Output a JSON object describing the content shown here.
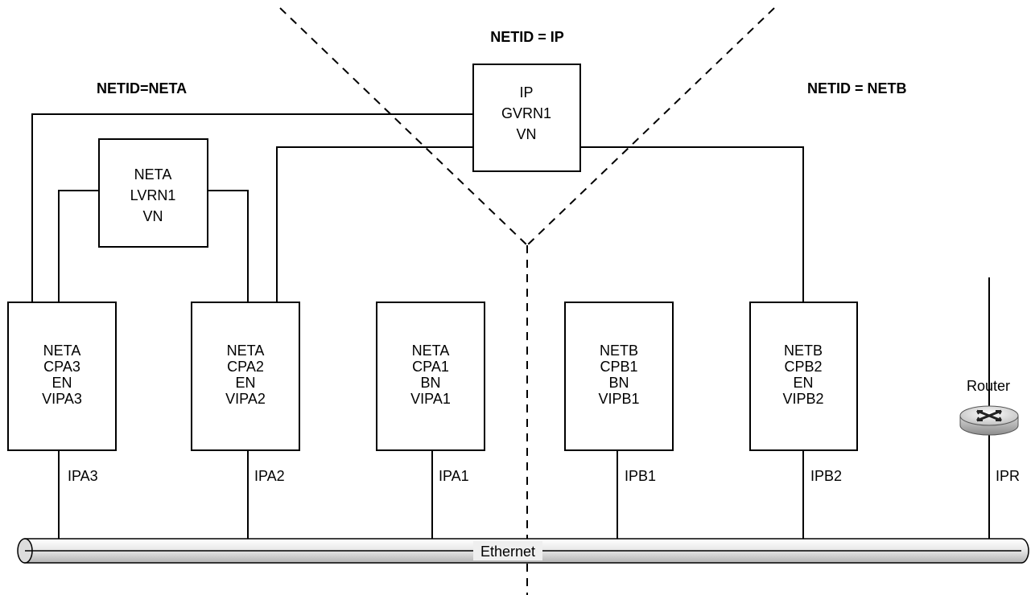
{
  "zones": {
    "neta_label": "NETID=NETA",
    "ip_label": "NETID = IP",
    "netb_label": "NETID = NETB"
  },
  "vn_nodes": [
    {
      "lines": [
        "IP",
        "GVRN1",
        "VN"
      ]
    },
    {
      "lines": [
        "NETA",
        "LVRN1",
        "VN"
      ]
    }
  ],
  "cp_nodes": [
    {
      "lines": [
        "NETA",
        "CPA3",
        "EN",
        "VIPA3"
      ],
      "ip": "IPA3"
    },
    {
      "lines": [
        "NETA",
        "CPA2",
        "EN",
        "VIPA2"
      ],
      "ip": "IPA2"
    },
    {
      "lines": [
        "NETA",
        "CPA1",
        "BN",
        "VIPA1"
      ],
      "ip": "IPA1"
    },
    {
      "lines": [
        "NETB",
        "CPB1",
        "BN",
        "VIPB1"
      ],
      "ip": "IPB1"
    },
    {
      "lines": [
        "NETB",
        "CPB2",
        "EN",
        "VIPB2"
      ],
      "ip": "IPB2"
    }
  ],
  "router": {
    "label": "Router",
    "ip": "IPR",
    "icon": "router-icon"
  },
  "network": {
    "label": "Ethernet"
  }
}
